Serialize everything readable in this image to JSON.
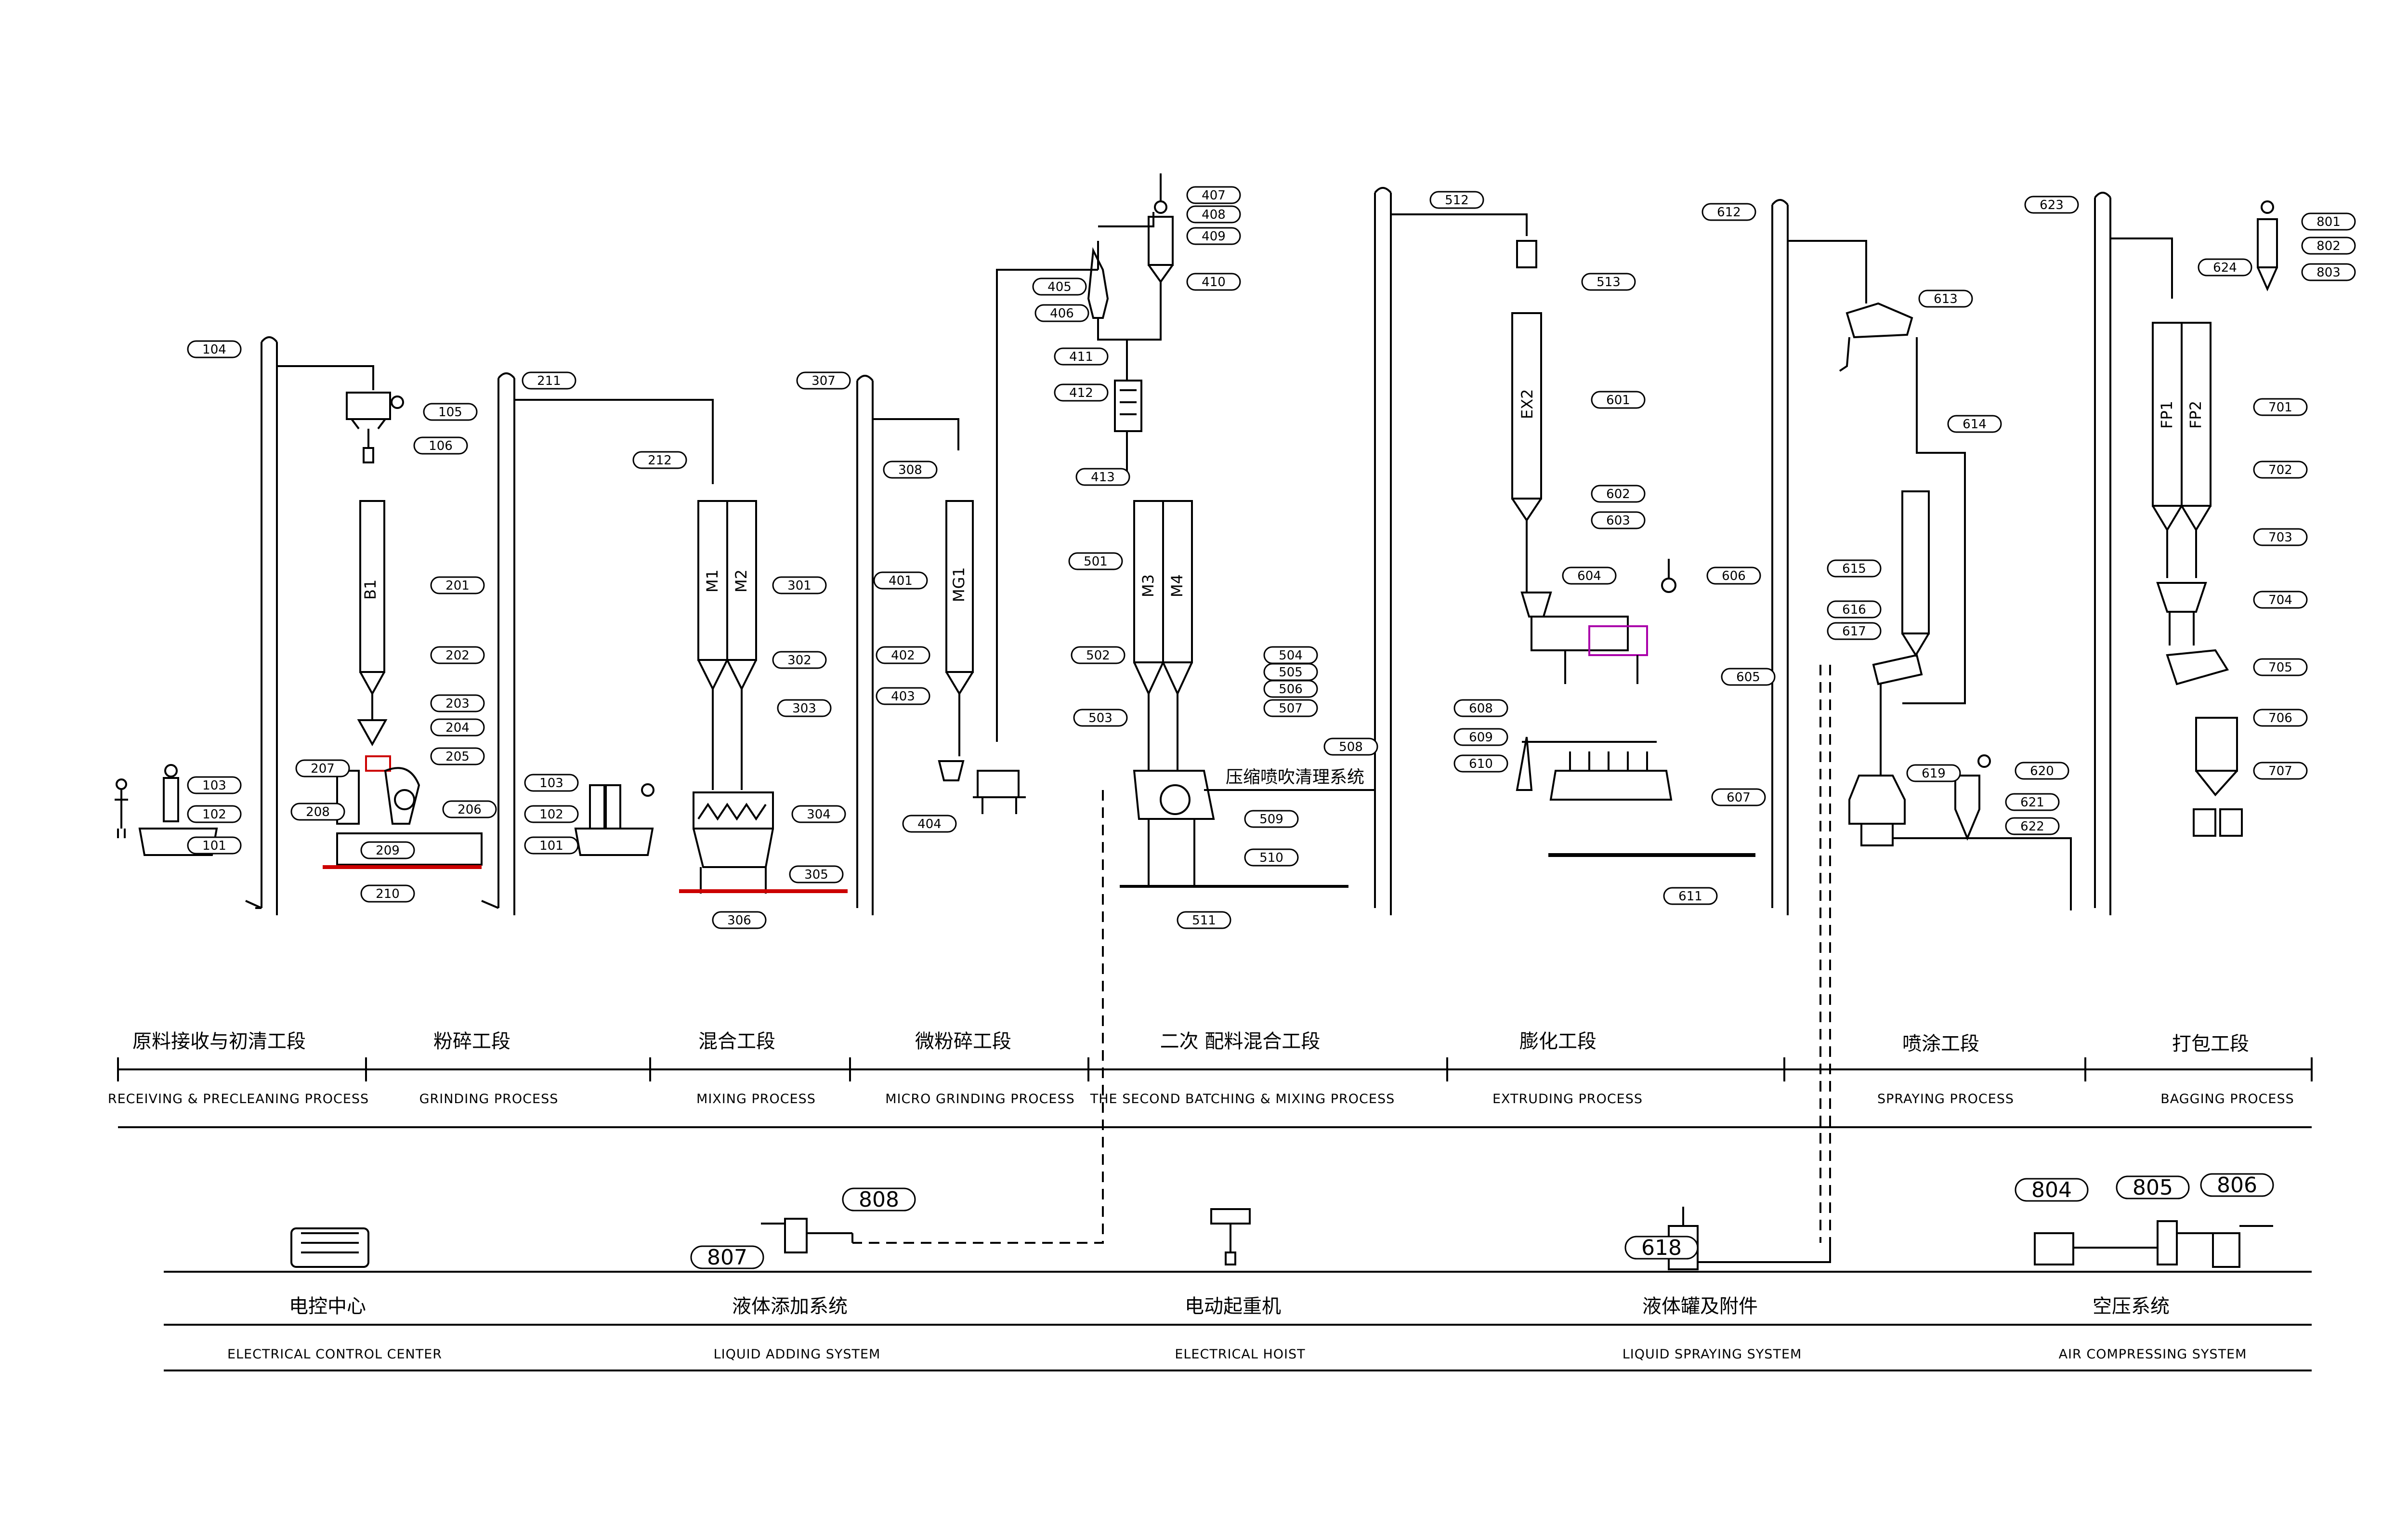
{
  "stages": [
    {
      "cn": "原料接收与初清工段",
      "en": "RECEIVING & PRECLEANING PROCESS"
    },
    {
      "cn": "粉碎工段",
      "en": "GRINDING PROCESS"
    },
    {
      "cn": "混合工段",
      "en": "MIXING PROCESS"
    },
    {
      "cn": "微粉碎工段",
      "en": "MICRO GRINDING PROCESS"
    },
    {
      "cn": "二次  配料混合工段",
      "en": "THE SECOND BATCHING & MIXING PROCESS"
    },
    {
      "cn": "膨化工段",
      "en": "EXTRUDING PROCESS"
    },
    {
      "cn": "喷涂工段",
      "en": "SPRAYING PROCESS"
    },
    {
      "cn": "打包工段",
      "en": "BAGGING PROCESS"
    }
  ],
  "auxiliary": [
    {
      "cn": "电控中心",
      "en": "ELECTRICAL CONTROL CENTER"
    },
    {
      "cn": "液体添加系统",
      "en": "LIQUID ADDING SYSTEM"
    },
    {
      "cn": "电动起重机",
      "en": "ELECTRICAL HOIST"
    },
    {
      "cn": "液体罐及附件",
      "en": "LIQUID SPRAYING SYSTEM"
    },
    {
      "cn": "空压系统",
      "en": "AIR COMPRESSING SYSTEM"
    }
  ],
  "annotation": "压缩喷吹清理系统",
  "equipment_labels": [
    "B1",
    "M1",
    "M2",
    "MG1",
    "M3",
    "M4",
    "EX2",
    "FP1",
    "FP2"
  ],
  "tags": [
    "104",
    "105",
    "106",
    "201",
    "202",
    "203",
    "204",
    "205",
    "206",
    "207",
    "208",
    "209",
    "210",
    "103",
    "102",
    "101",
    "103",
    "102",
    "101",
    "211",
    "212",
    "301",
    "302",
    "303",
    "304",
    "305",
    "306",
    "307",
    "308",
    "401",
    "402",
    "403",
    "404",
    "405",
    "406",
    "407",
    "408",
    "409",
    "410",
    "411",
    "412",
    "413",
    "501",
    "502",
    "503",
    "504",
    "505",
    "506",
    "507",
    "508",
    "509",
    "510",
    "511",
    "512",
    "513",
    "601",
    "602",
    "603",
    "604",
    "605",
    "606",
    "607",
    "608",
    "609",
    "610",
    "611",
    "612",
    "613",
    "614",
    "615",
    "616",
    "617",
    "618",
    "619",
    "620",
    "621",
    "622",
    "623",
    "624",
    "701",
    "702",
    "703",
    "704",
    "705",
    "706",
    "707",
    "801",
    "802",
    "803",
    "804",
    "805",
    "806",
    "807",
    "808"
  ]
}
